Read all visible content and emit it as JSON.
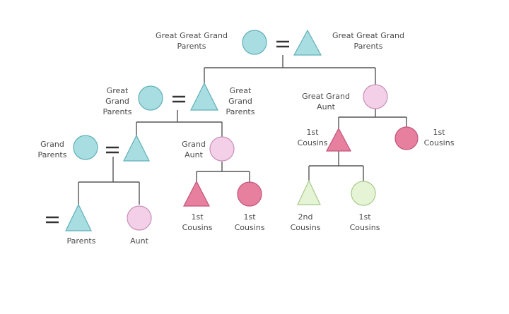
{
  "labels": {
    "great_great_grand_parents_left": "Great Great Grand\nParents",
    "great_great_grand_parents_right": "Great Great Grand\nParents",
    "great_grand_parents_left": "Great\nGrand\nParents",
    "great_grand_parents_right": "Great\nGrand\nParents",
    "great_grand_aunt": "Great Grand\nAunt",
    "grand_parents": "Grand\nParents",
    "grand_aunt": "Grand\nAunt",
    "first_cousins_a": "1st\nCousins",
    "first_cousins_b": "1st\nCousins",
    "first_cousins_c": "1st\nCousins",
    "first_cousins_d": "1st\nCousins",
    "first_cousins_e": "1st\nCousins",
    "second_cousins": "2nd\nCousins",
    "parents": "Parents",
    "aunt": "Aunt"
  },
  "symbols": {
    "marriage": "="
  },
  "colors": {
    "teal": "#a8dde2",
    "teal_stroke": "#5fb0b8",
    "light_pink": "#f3cfe8",
    "light_pink_stroke": "#c790b8",
    "pink": "#e77f9f",
    "pink_stroke": "#c2547a",
    "light_green": "#e6f4d6",
    "light_green_stroke": "#a6c98a",
    "line": "#555555"
  }
}
